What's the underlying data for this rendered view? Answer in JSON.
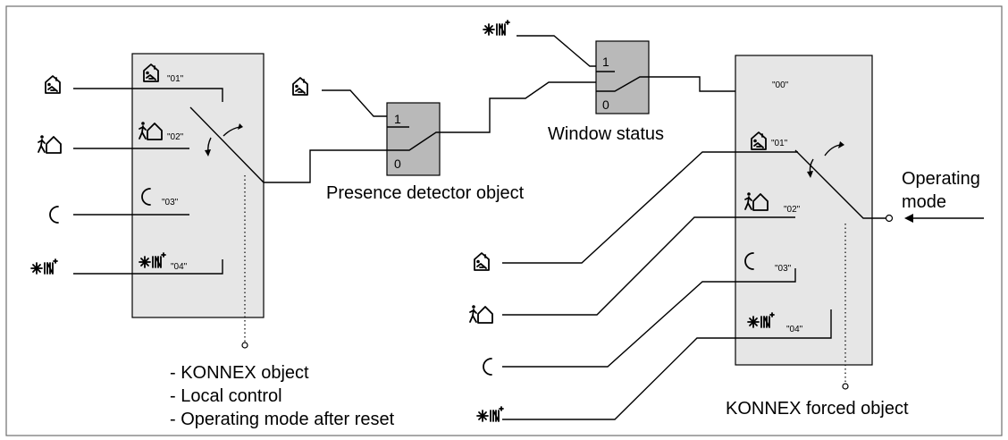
{
  "labels": {
    "presence_detector": "Presence detector object",
    "window_status": "Window status",
    "operating_mode_line1": "Operating",
    "operating_mode_line2": "mode",
    "konnex_forced": "KONNEX forced object",
    "notes": [
      "- KONNEX object",
      "- Local control",
      "- Operating mode after reset"
    ]
  },
  "left_switch": {
    "codes": [
      "\"01\"",
      "\"02\"",
      "\"03\"",
      "\"04\""
    ]
  },
  "right_switch": {
    "codes": [
      "\"00\"",
      "\"01\"",
      "\"02\"",
      "\"03\"",
      "\"04\""
    ]
  },
  "presence_switch": {
    "inputs": [
      "1",
      "0"
    ]
  },
  "window_switch": {
    "inputs": [
      "1",
      "0"
    ]
  },
  "icons": [
    "comfort-icon",
    "standby-icon",
    "night-icon",
    "frost-protection-icon"
  ]
}
